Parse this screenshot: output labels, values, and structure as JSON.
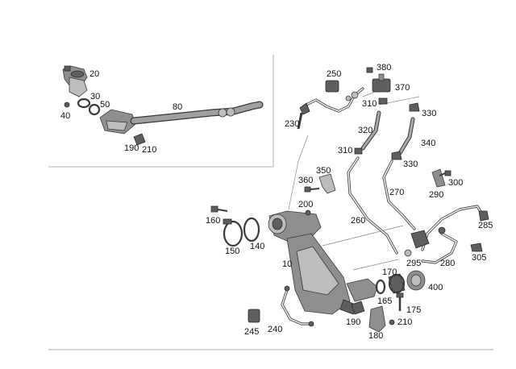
{
  "callouts": {
    "c10": "10",
    "c20": "20",
    "c30": "30",
    "c40": "40",
    "c50": "50",
    "c80": "80",
    "c140": "140",
    "c150": "150",
    "c160": "160",
    "c165": "165",
    "c170": "170",
    "c175": "175",
    "c180": "180",
    "c190a": "190",
    "c190b": "190",
    "c200": "200",
    "c210a": "210",
    "c210b": "210",
    "c230": "230",
    "c240": "240",
    "c245": "245",
    "c250": "250",
    "c260": "260",
    "c270": "270",
    "c280": "280",
    "c285": "285",
    "c290": "290",
    "c295": "295",
    "c300": "300",
    "c305": "305",
    "c310a": "310",
    "c310b": "310",
    "c320": "320",
    "c330a": "330",
    "c330b": "330",
    "c340": "340",
    "c350": "350",
    "c360": "360",
    "c370": "370",
    "c380": "380",
    "c400": "400"
  },
  "colors": {
    "part": "#8f8f8f",
    "line": "#3a3a3a",
    "frame": "#999999"
  }
}
